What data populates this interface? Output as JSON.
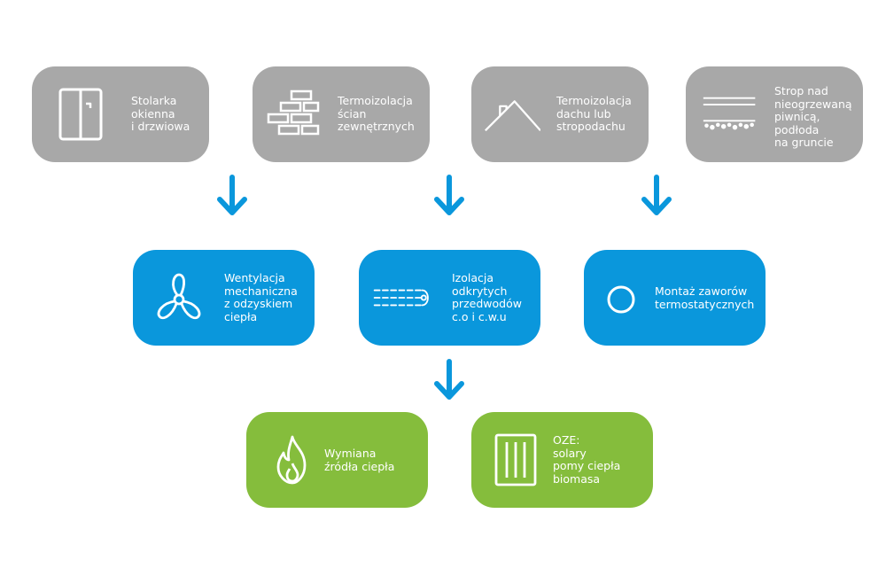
{
  "colors": {
    "gray_box": "#a8a8a8",
    "blue_box": "#0a97dc",
    "green_box": "#85bd3c",
    "arrow": "#0a97dc",
    "text": "#ffffff"
  },
  "row1": [
    {
      "label": "Stolarka\nokienna\ni drzwiowa",
      "icon": "window-door-icon"
    },
    {
      "label": "Termoizolacja\nścian\nzewnętrznych",
      "icon": "brick-wall-icon"
    },
    {
      "label": "Termoizolacja\ndachu lub\nstropodachu",
      "icon": "roof-icon"
    },
    {
      "label": "Strop nad\nnieogrzewaną\npiwnicą,\npodłoda\nna gruncie",
      "icon": "floor-layers-icon"
    }
  ],
  "row2": [
    {
      "label": "Wentylacja\nmechaniczna\nz odzyskiem\nciepła",
      "icon": "fan-icon"
    },
    {
      "label": "Izolacja\nodkrytych\nprzedwodów\nc.o i c.w.u",
      "icon": "pipe-insulation-icon"
    },
    {
      "label": "Montaż zaworów\ntermostatycznych",
      "icon": "valve-circle-icon"
    }
  ],
  "row3": [
    {
      "label": "Wymiana\nźródła ciepła",
      "icon": "flame-icon"
    },
    {
      "label": "OZE:\nsolary\npomy ciepła\nbiomasa",
      "icon": "solar-panel-icon"
    }
  ]
}
